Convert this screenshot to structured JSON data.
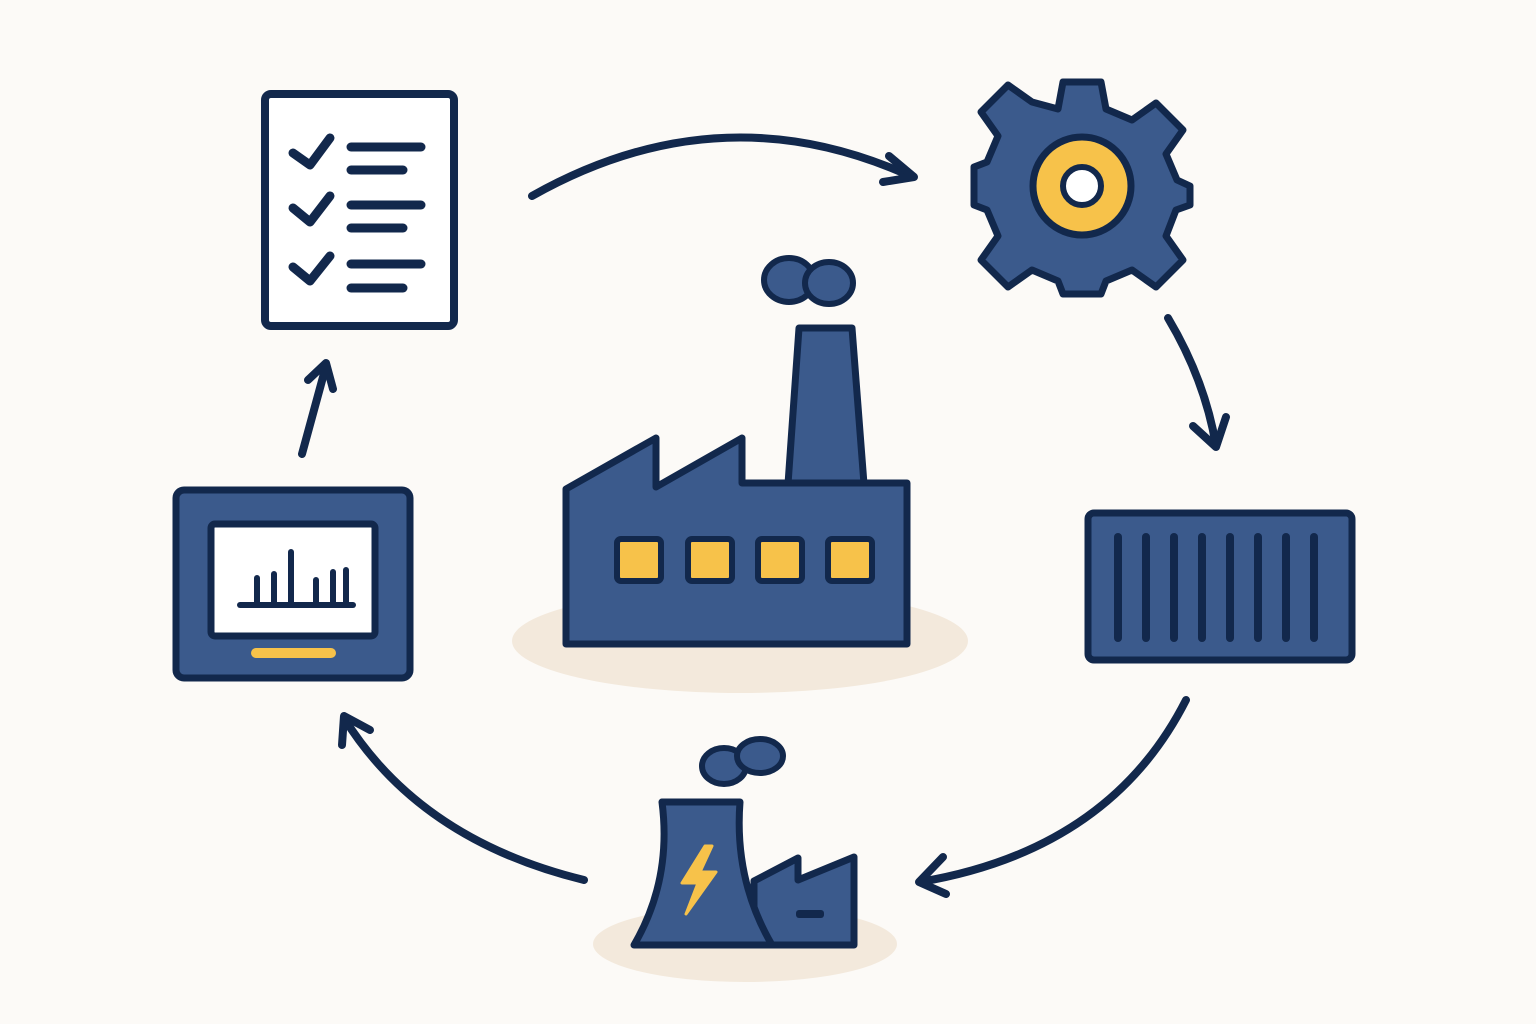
{
  "diagram": {
    "type": "cycle",
    "colors": {
      "background": "#fcfaf7",
      "outline": "#12284c",
      "fill": "#3b5a8c",
      "accent": "#f7c24a",
      "shadow": "#f3e9dc",
      "paper": "#ffffff"
    },
    "center": {
      "icon": "factory-icon"
    },
    "nodes": [
      {
        "id": "checklist",
        "icon": "checklist-icon",
        "items": 3
      },
      {
        "id": "gear",
        "icon": "gear-icon"
      },
      {
        "id": "container",
        "icon": "shipping-container-icon"
      },
      {
        "id": "power-plant",
        "icon": "power-plant-icon"
      },
      {
        "id": "monitor",
        "icon": "monitor-chart-icon"
      }
    ],
    "flow": [
      {
        "from": "checklist",
        "to": "gear"
      },
      {
        "from": "gear",
        "to": "container"
      },
      {
        "from": "container",
        "to": "power-plant"
      },
      {
        "from": "power-plant",
        "to": "monitor"
      },
      {
        "from": "monitor",
        "to": "checklist"
      }
    ]
  }
}
